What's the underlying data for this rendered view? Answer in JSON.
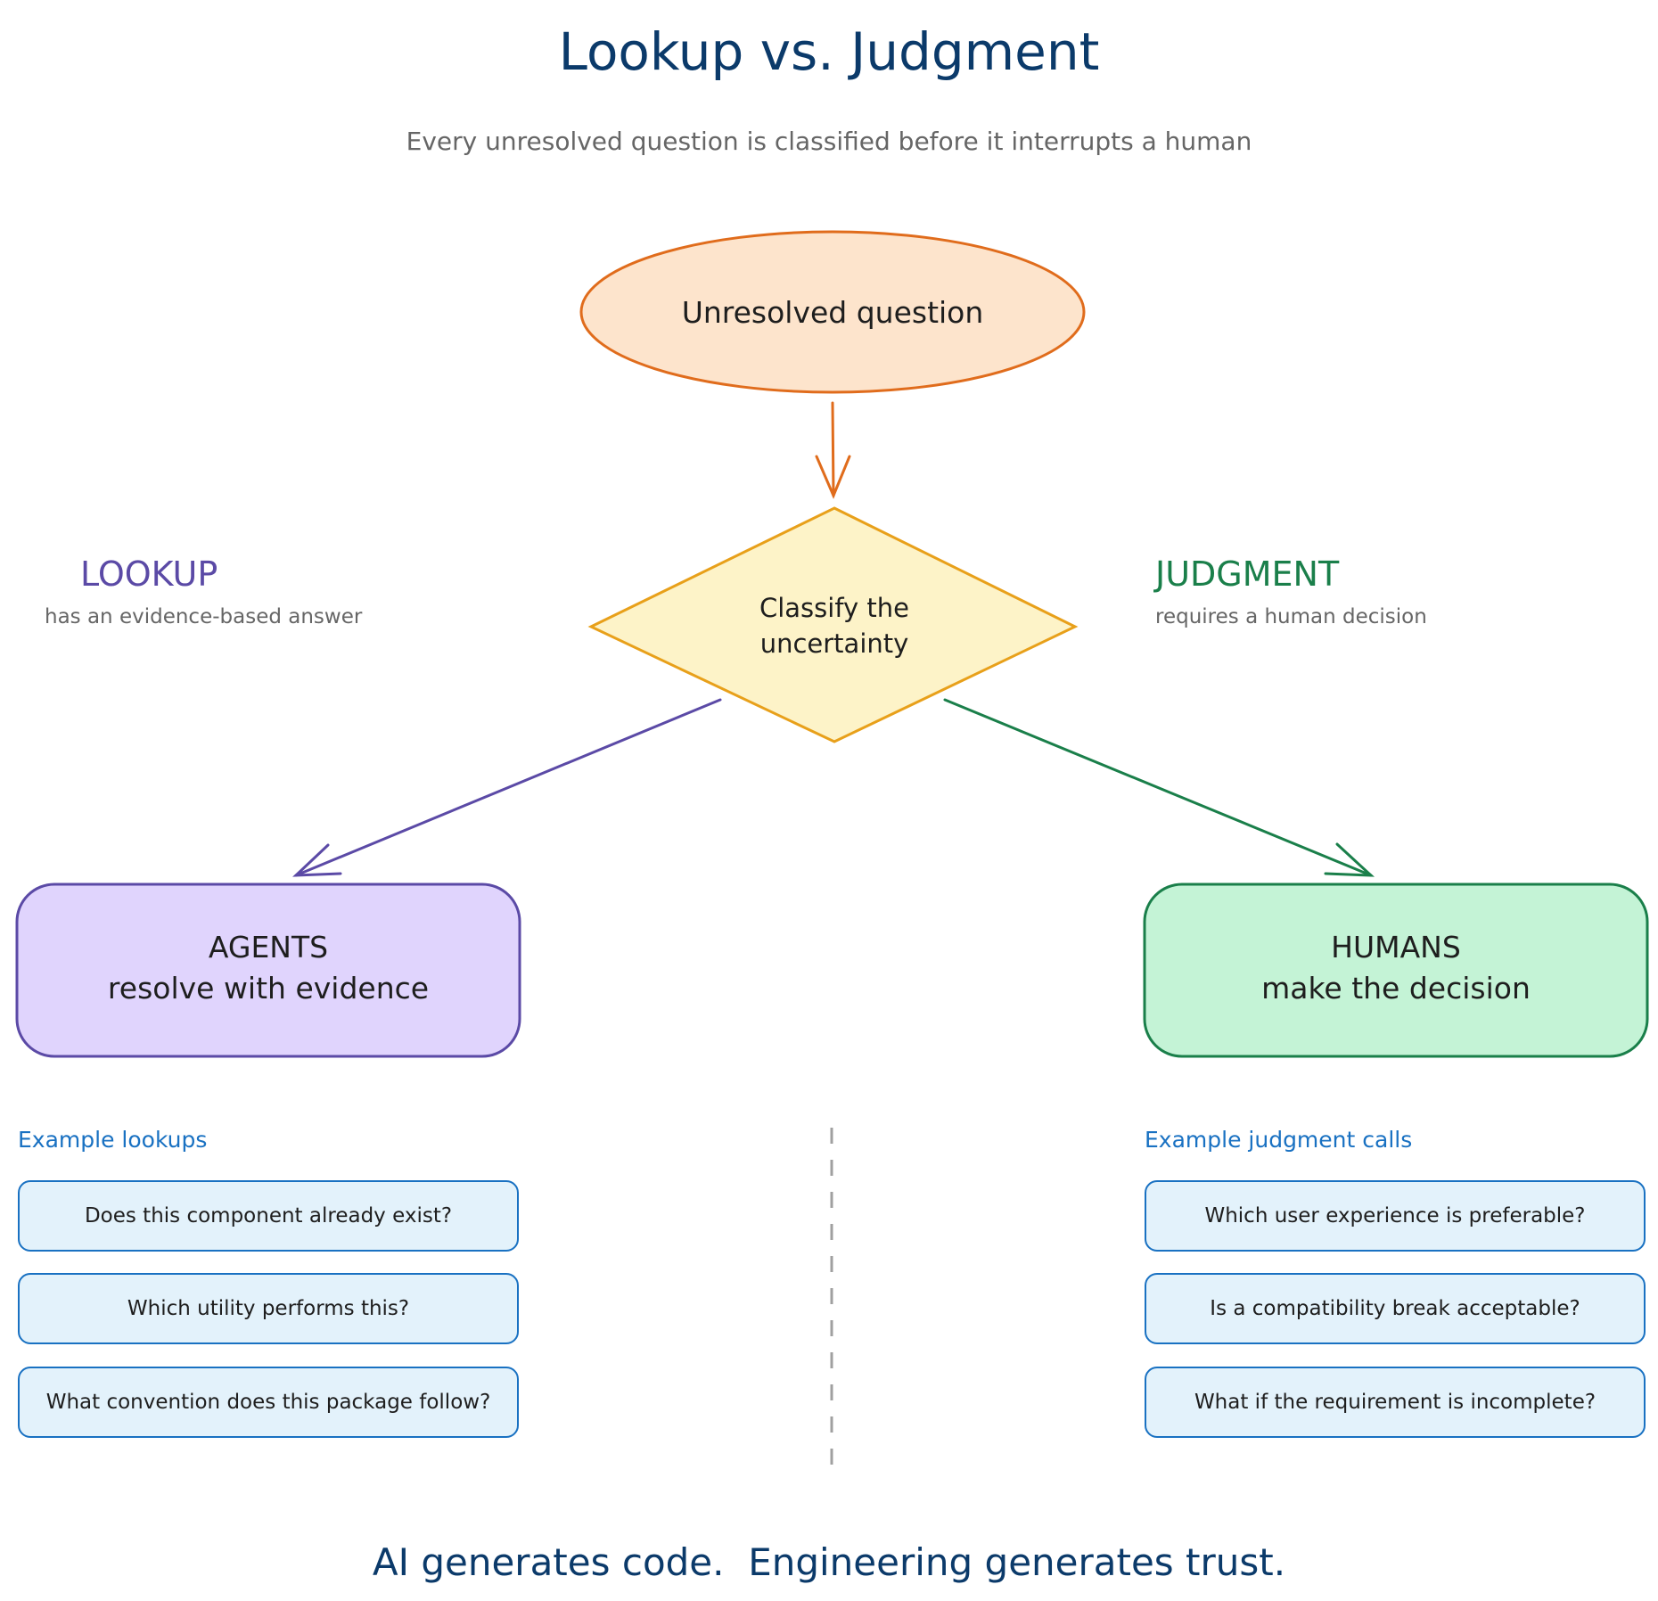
{
  "title": "Lookup vs. Judgment",
  "subtitle": "Every unresolved question is classified before it interrupts a human",
  "start_node": {
    "label": "Unresolved question"
  },
  "decision_node": {
    "line1": "Classify the",
    "line2": "uncertainty"
  },
  "lookup": {
    "title": "LOOKUP",
    "subtitle": "has an evidence-based answer",
    "color": "#5b4aa6"
  },
  "judgment": {
    "title": "JUDGMENT",
    "subtitle": "requires a human decision",
    "color": "#1a7f4a"
  },
  "agents_box": {
    "line1": "AGENTS",
    "line2": "resolve with evidence"
  },
  "humans_box": {
    "line1": "HUMANS",
    "line2": "make the decision"
  },
  "lookups_section": {
    "label": "Example lookups",
    "items": [
      "Does this component already exist?",
      "Which utility performs this?",
      "What convention does this package follow?"
    ]
  },
  "judgments_section": {
    "label": "Example judgment calls",
    "items": [
      "Which user experience is preferable?",
      "Is a compatibility break acceptable?",
      "What if the requirement is incomplete?"
    ]
  },
  "footer": "AI generates code.  Engineering generates trust.",
  "colors": {
    "start_fill": "#fde4cc",
    "start_stroke": "#e06c1c",
    "decision_fill": "#fdf3c8",
    "decision_stroke": "#e8a01a",
    "agents_fill": "#e0d4fd",
    "humans_fill": "#c4f3d6",
    "example_stroke": "#1971c2",
    "example_fill": "#e3f2fb"
  }
}
